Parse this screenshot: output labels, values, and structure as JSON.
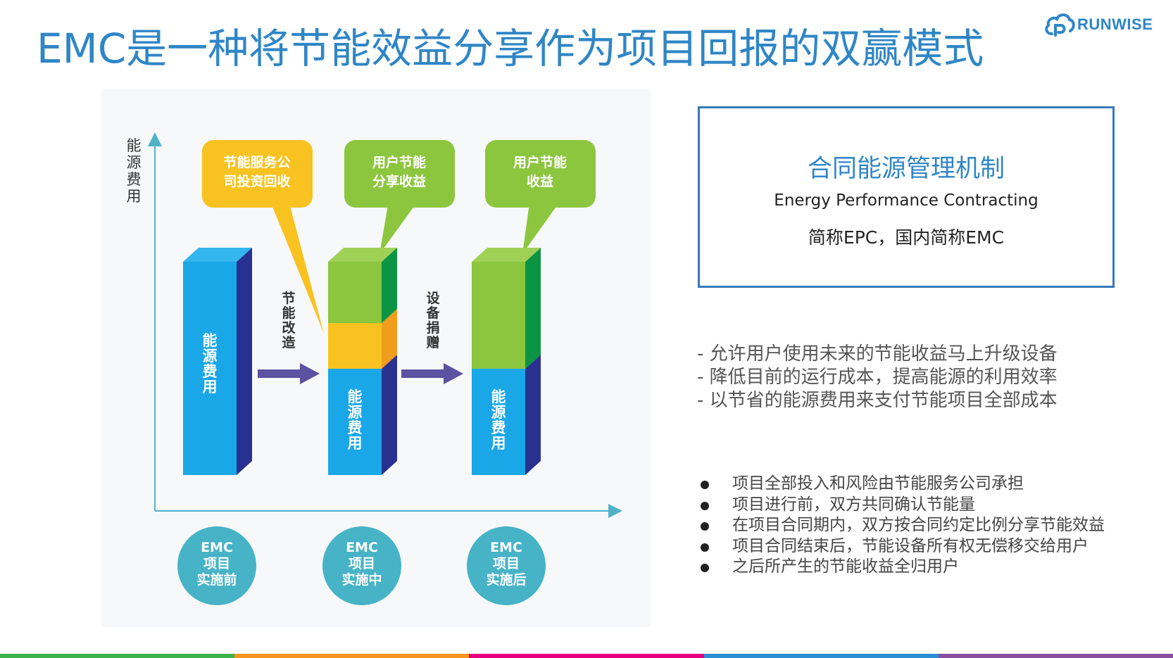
{
  "title": "EMC是一种将节能效益分享作为项目回报的双赢模式",
  "logo": {
    "text": "RUNWISE",
    "icon": "cloud-logo-icon"
  },
  "diagram": {
    "y_axis_label": "能源费用",
    "bubbles": [
      "节能服务公\n司投资回收",
      "用户节能\n分享收益",
      "用户节能\n收益"
    ],
    "arrows": [
      "节能改造",
      "设备捐赠"
    ],
    "bar_label": "能源费用",
    "circles": [
      "EMC\n项目\n实施前",
      "EMC\n项目\n实施中",
      "EMC\n项目\n实施后"
    ],
    "colors": {
      "blue": "#1aa7e8",
      "blue_dark": "#28318f",
      "green": "#8cc63f",
      "green_dark": "#0b9444",
      "yellow": "#f8c221",
      "yellow_dark": "#f09d1b",
      "teal_circle": "#46b3c7",
      "axis": "#4fb2c9",
      "arrow": "#4b3e97"
    }
  },
  "emc_box": {
    "title": "合同能源管理机制",
    "subtitle": "Energy Performance Contracting",
    "short": "简称EPC，国内简称EMC"
  },
  "dash_items": [
    "- 允许用户使用未来的节能收益马上升级设备",
    "- 降低目前的运行成本，提高能源的利用效率",
    "- 以节省的能源费用来支付节能项目全部成本"
  ],
  "bullets": [
    "项目全部投入和风险由节能服务公司承担",
    "项目进行前，双方共同确认节能量",
    "在项目合同期内，双方按合同约定比例分享节能效益",
    "项目合同结束后，节能设备所有权无偿移交给用户",
    "之后所产生的节能收益全归用户"
  ],
  "bottom_bar_colors": [
    "#3bb24a",
    "#f7941d",
    "#e6007e",
    "#2b8fd6",
    "#8a4fa0"
  ]
}
